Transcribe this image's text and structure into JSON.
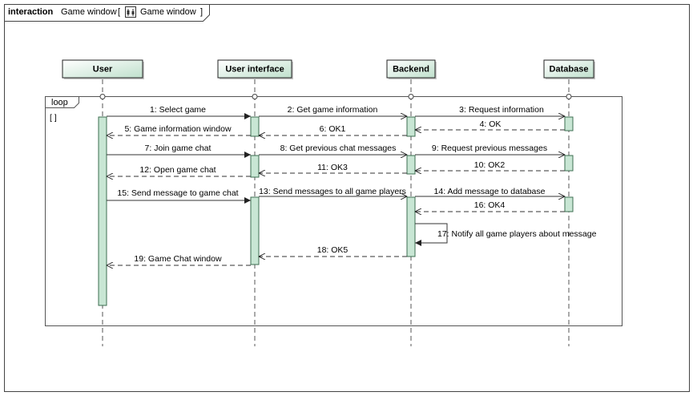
{
  "frame": {
    "keyword": "interaction",
    "name": "Game window",
    "bracket_open": "[",
    "ref_label": "Game window",
    "bracket_close": "]"
  },
  "lifelines": [
    {
      "id": "user",
      "label": "User"
    },
    {
      "id": "ui",
      "label": "User interface"
    },
    {
      "id": "backend",
      "label": "Backend"
    },
    {
      "id": "db",
      "label": "Database"
    }
  ],
  "fragment": {
    "operator": "loop",
    "guard": "[ ]"
  },
  "messages": [
    {
      "id": "m1",
      "text": "1: Select game",
      "from": "user",
      "to": "ui",
      "kind": "sync"
    },
    {
      "id": "m2",
      "text": "2: Get game information",
      "from": "ui",
      "to": "backend",
      "kind": "sync"
    },
    {
      "id": "m3",
      "text": "3: Request information",
      "from": "backend",
      "to": "db",
      "kind": "sync"
    },
    {
      "id": "m4",
      "text": "4: OK",
      "from": "db",
      "to": "backend",
      "kind": "reply"
    },
    {
      "id": "m5",
      "text": "5: Game information window",
      "from": "ui",
      "to": "user",
      "kind": "reply"
    },
    {
      "id": "m6",
      "text": "6: OK1",
      "from": "backend",
      "to": "ui",
      "kind": "reply"
    },
    {
      "id": "m7",
      "text": "7: Join game chat",
      "from": "user",
      "to": "ui",
      "kind": "sync"
    },
    {
      "id": "m8",
      "text": "8: Get previous chat messages",
      "from": "ui",
      "to": "backend",
      "kind": "sync"
    },
    {
      "id": "m9",
      "text": "9: Request previous messages",
      "from": "backend",
      "to": "db",
      "kind": "sync"
    },
    {
      "id": "m10",
      "text": "10: OK2",
      "from": "db",
      "to": "backend",
      "kind": "reply"
    },
    {
      "id": "m11",
      "text": "11: OK3",
      "from": "backend",
      "to": "ui",
      "kind": "reply"
    },
    {
      "id": "m12",
      "text": "12: Open game chat",
      "from": "ui",
      "to": "user",
      "kind": "reply"
    },
    {
      "id": "m15",
      "text": "15: Send message to game chat",
      "from": "user",
      "to": "ui",
      "kind": "sync"
    },
    {
      "id": "m13",
      "text": "13: Send messages to all game players",
      "from": "ui",
      "to": "backend",
      "kind": "sync"
    },
    {
      "id": "m14",
      "text": "14: Add message to database",
      "from": "backend",
      "to": "db",
      "kind": "sync"
    },
    {
      "id": "m16",
      "text": "16: OK4",
      "from": "db",
      "to": "backend",
      "kind": "reply"
    },
    {
      "id": "m17",
      "text": "17: Notify all game players about message",
      "from": "backend",
      "to": "backend",
      "kind": "self"
    },
    {
      "id": "m18",
      "text": "18: OK5",
      "from": "backend",
      "to": "ui",
      "kind": "reply"
    },
    {
      "id": "m19",
      "text": "19: Game Chat window",
      "from": "ui",
      "to": "user",
      "kind": "reply"
    }
  ],
  "colors": {
    "lifeline_fill_top": "#ffffff",
    "lifeline_fill_bottom": "#c5e4d2",
    "lifeline_stroke": "#000000",
    "activation_fill": "#c8e6d4",
    "activation_stroke": "#3c6e50",
    "line": "#3a3a3a"
  }
}
